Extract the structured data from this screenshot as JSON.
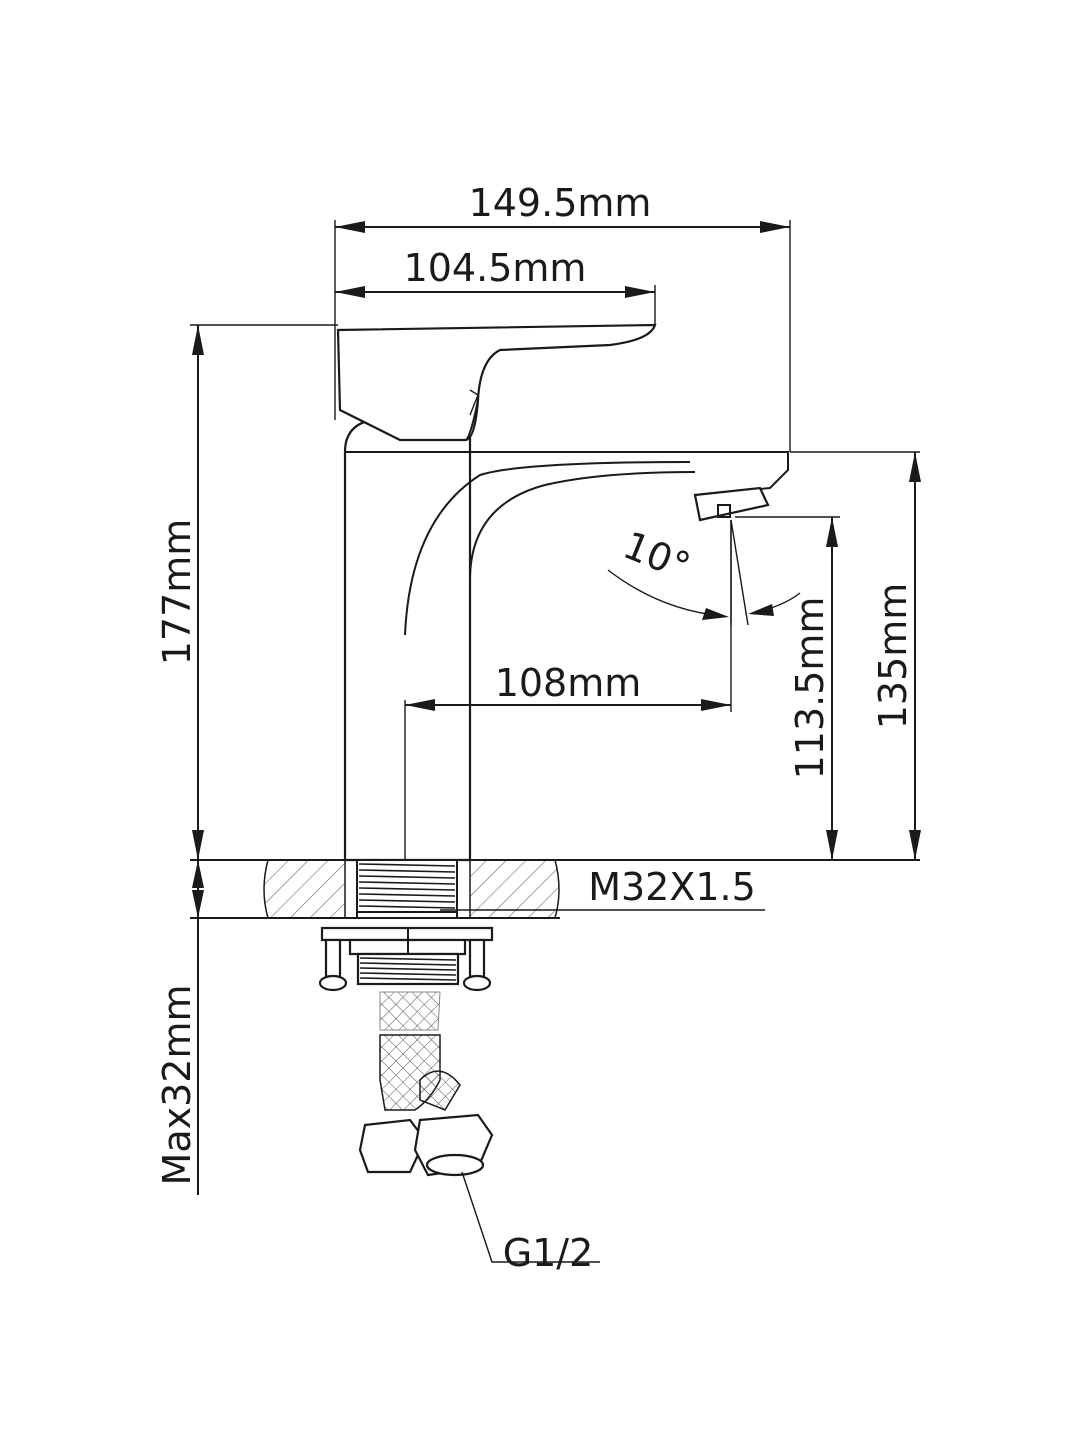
{
  "dimensions": {
    "overall_width": "149.5mm",
    "handle_width": "104.5mm",
    "total_height": "177mm",
    "spout_reach": "108mm",
    "spout_height": "113.5mm",
    "body_height": "135mm",
    "spray_angle": "10°",
    "mount_thread": "M32X1.5",
    "max_deck_thickness": "Max32mm",
    "hose_connection": "G1/2"
  }
}
